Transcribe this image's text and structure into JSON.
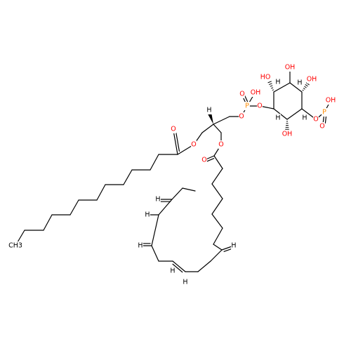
{
  "diagram": {
    "type": "skeletal-structure",
    "colors": {
      "bond": "#000000",
      "carbon_label": "#000000",
      "hydrogen_label": "#000000",
      "oxygen_label": "#ff0000",
      "phosphorus_label": "#ff8c00"
    },
    "labels": {
      "ch3": "CH3",
      "o": "O",
      "oh": "OH",
      "p": "P",
      "h": "H",
      "ho": "HO"
    }
  }
}
